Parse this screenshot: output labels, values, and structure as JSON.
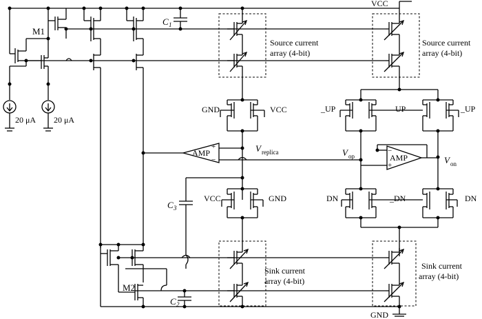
{
  "labels": {
    "vcc_top": "VCC",
    "gnd_bottom": "GND",
    "m1": "M1",
    "m2": "M2",
    "c1": "C",
    "c1_sub": "1",
    "c2": "C",
    "c2_sub": "2",
    "c3": "C",
    "c3_sub": "3",
    "current_1": "20 μA",
    "current_2": "20 μA",
    "source_array_1_line1": "Source current",
    "source_array_1_line2": "array (4-bit)",
    "source_array_2_line1": "Source current",
    "source_array_2_line2": "array (4-bit)",
    "sink_array_1_line1": "Sink current",
    "sink_array_1_line2": "array (4-bit)",
    "sink_array_2_line1": "Sink current",
    "sink_array_2_line2": "array (4-bit)",
    "amp_1": "AMP",
    "amp_2": "AMP",
    "plus": "+",
    "minus": "−",
    "v_replica": "V",
    "v_replica_sub": "replica",
    "v_op": "V",
    "v_op_sub": "op",
    "v_on": "V",
    "v_on_sub": "on",
    "sw_gnd_top": "GND",
    "sw_vcc_top": "VCC",
    "sw_vcc_bot": "VCC",
    "sw_gnd_bot": "GND",
    "sw_nup_left": "_UP",
    "sw_up_mid": "UP",
    "sw_nup_right": "_UP",
    "sw_dn_left": "DN",
    "sw_ndn_mid": "_DN",
    "sw_dn_right": "DN"
  }
}
